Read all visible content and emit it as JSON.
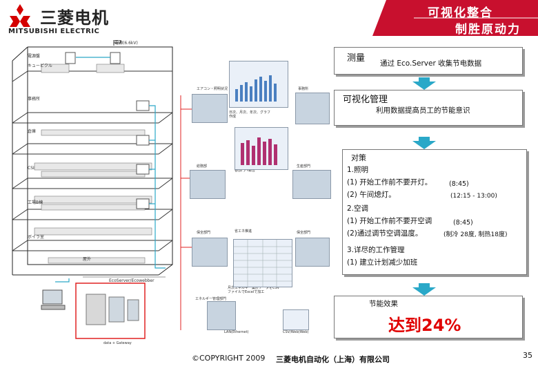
{
  "header": {
    "brand_cn": "三菱电机",
    "brand_en": "MITSUBISHI ELECTRIC",
    "slogan_line1": "可视化整合",
    "slogan_line2": "制胜原动力",
    "banner_color": "#c8102e"
  },
  "diagram": {
    "top_label": "電源(6.6kV)",
    "floor_labels": [
      "電源盤",
      "キュービクル",
      "事務所",
      "倉庫",
      "CSI",
      "工場B棟",
      "ボイラ室",
      "屋外"
    ],
    "eco_server_label": "EcoServer/Ecowebber",
    "lan_label": "LAN(Ethernet)",
    "ops_label": "CSV/Web(Web)",
    "data_label": "data + Gateway",
    "notes": [
      "エアコン・照明状況",
      "事務所",
      "日次、月次、年次、グラフ作成",
      "総務部",
      "各部門へ報告",
      "生産部門",
      "省エネ推進",
      "保全部門",
      "保全部門",
      "月次エネルギー集計データをCSVファイルでExcelで加工",
      "エネルギー管理部門"
    ]
  },
  "measure": {
    "title": "测量",
    "text": "通过 Eco.Server 收集节电数据"
  },
  "visual": {
    "title": "可视化管理",
    "text": "利用数据提高员工的节能意识"
  },
  "measures": {
    "title": "对策",
    "lines": [
      "1.照明",
      "(1) 开始工作前不要开灯。",
      "(2) 午间熄灯。",
      "2.空调",
      "(1) 开始工作前不要开空调",
      "(2)通过调节空调温度。",
      "3.详尽的工作管理",
      "(1) 建立计划减少加班"
    ],
    "times": [
      "(8:45)",
      "(12:15 - 13:00)",
      "(8:45)",
      "(制冷 28度, 制热18度)"
    ]
  },
  "effect": {
    "title": "节能效果",
    "result": "达到24%"
  },
  "footer": {
    "copyright": "©COPYRIGHT 2009",
    "company": "三菱电机自动化（上海）有限公司",
    "page": "35"
  }
}
